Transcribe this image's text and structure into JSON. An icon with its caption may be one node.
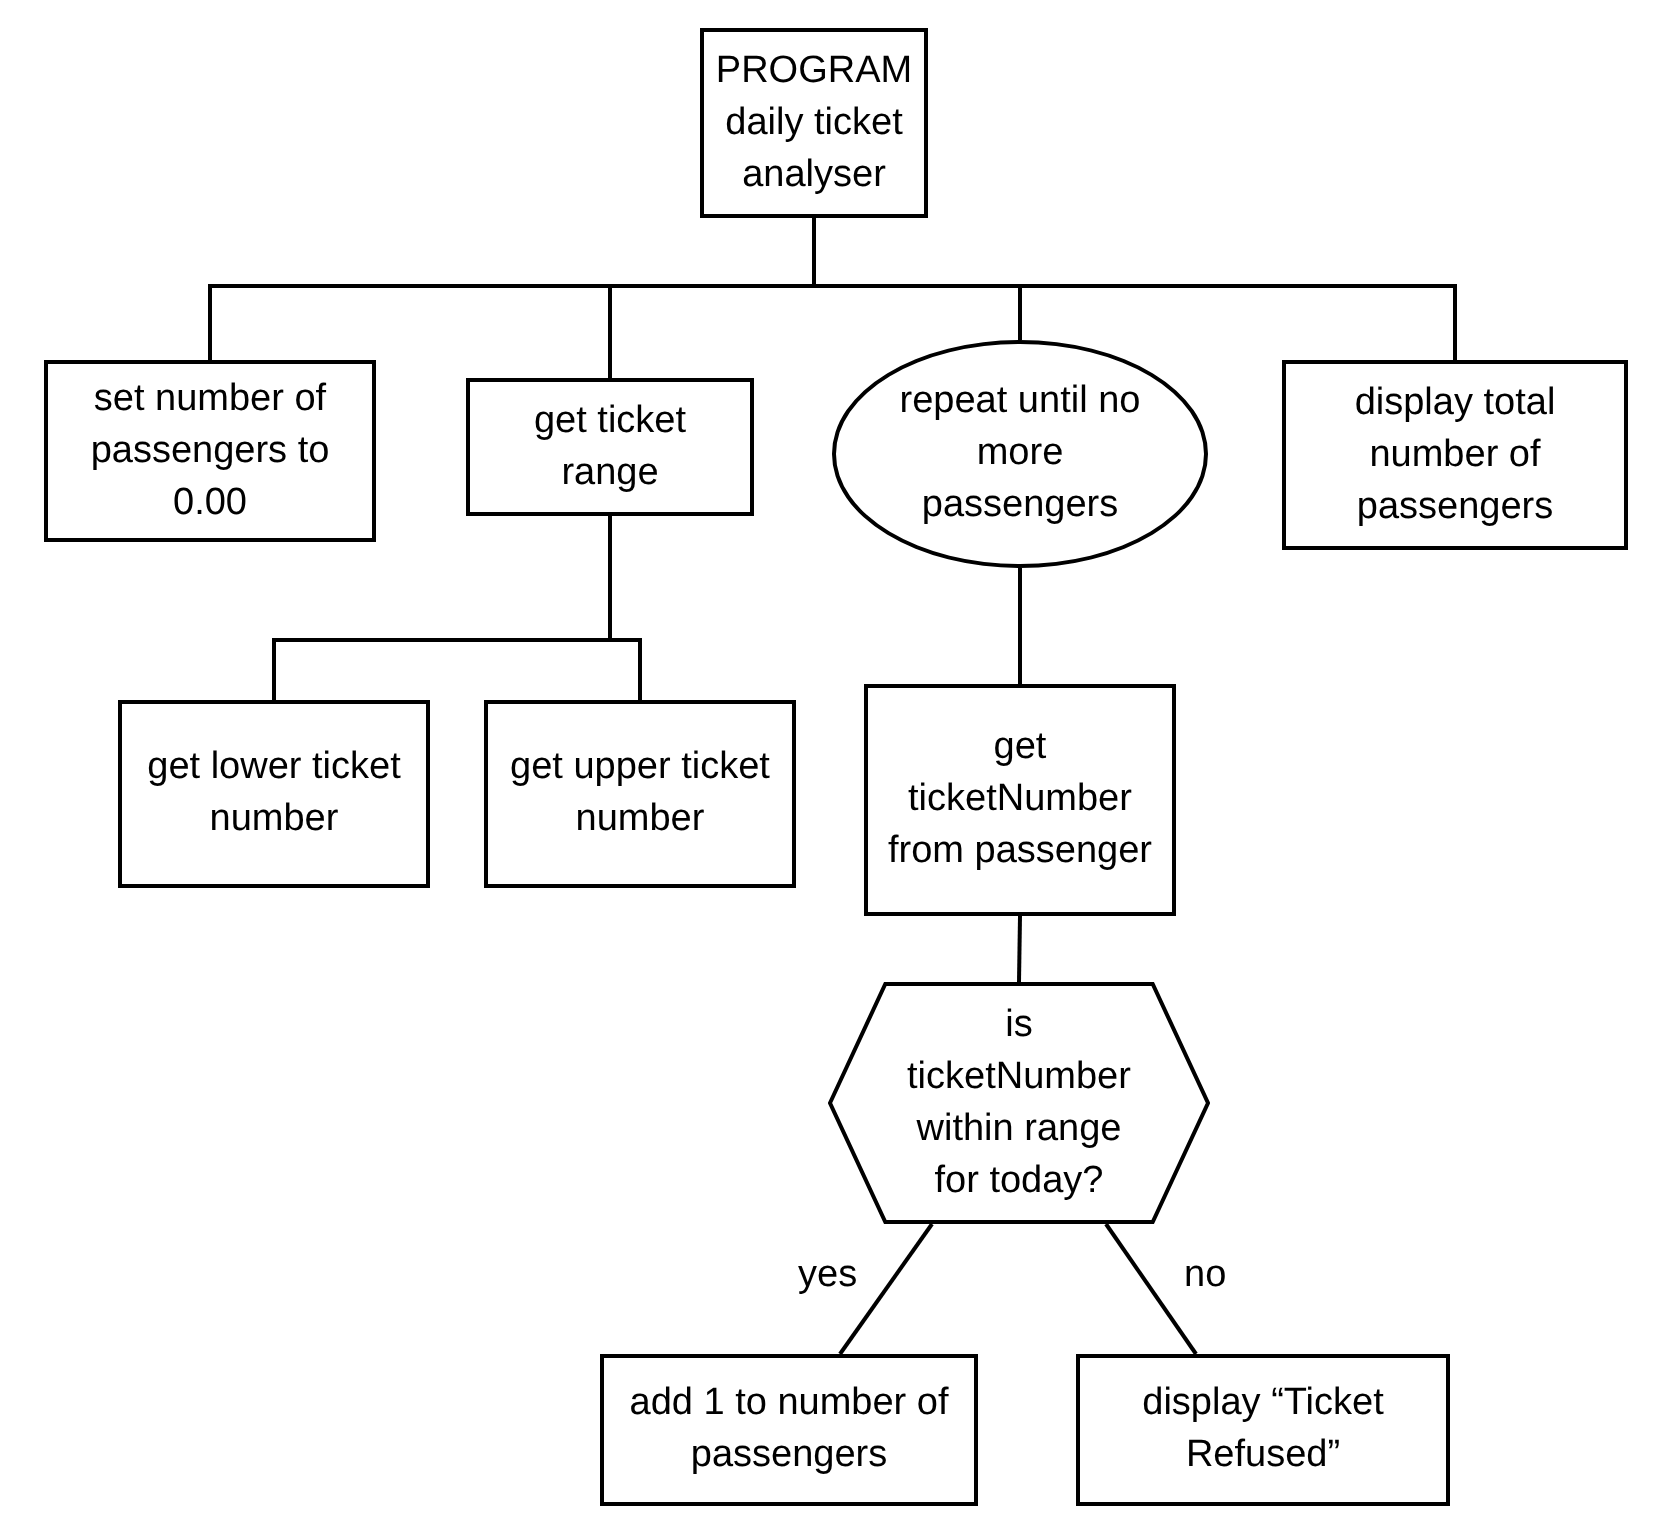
{
  "diagram": {
    "nodes": [
      {
        "text": [
          "PROGRAM daily ticket analyser"
        ]
      },
      {
        "text": [
          "set number of passengers to 0.00"
        ]
      },
      {
        "text": [
          "get ticket range"
        ]
      },
      {
        "text": [
          "repeat until no more passengers"
        ]
      },
      {
        "text": [
          "display total number of passengers"
        ]
      },
      {
        "text": [
          "get lower ticket number"
        ]
      },
      {
        "text": [
          "get upper ticket number"
        ]
      },
      {
        "text": [
          "get ticketNumber from passenger"
        ]
      },
      {
        "text": [
          "is ticketNumber within range for today?"
        ]
      },
      {
        "text": [
          "add 1 to number of passengers"
        ]
      },
      {
        "text": [
          "display “Ticket Refused”"
        ]
      }
    ],
    "edges": [
      {
        "from": 0,
        "to": 1,
        "arrow": "none"
      },
      {
        "from": 0,
        "to": 2,
        "arrow": "none"
      },
      {
        "from": 0,
        "to": 3,
        "arrow": "none"
      },
      {
        "from": 0,
        "to": 4,
        "arrow": "none"
      },
      {
        "from": 2,
        "to": 5,
        "arrow": "none"
      },
      {
        "from": 2,
        "to": 6,
        "arrow": "none"
      },
      {
        "from": 3,
        "to": 7,
        "arrow": "none"
      },
      {
        "from": 7,
        "to": 8,
        "arrow": "none"
      },
      {
        "from": 8,
        "to": 9,
        "arrow": "none",
        "label": "yes"
      },
      {
        "from": 8,
        "to": 10,
        "arrow": "none",
        "label": "no"
      }
    ]
  }
}
